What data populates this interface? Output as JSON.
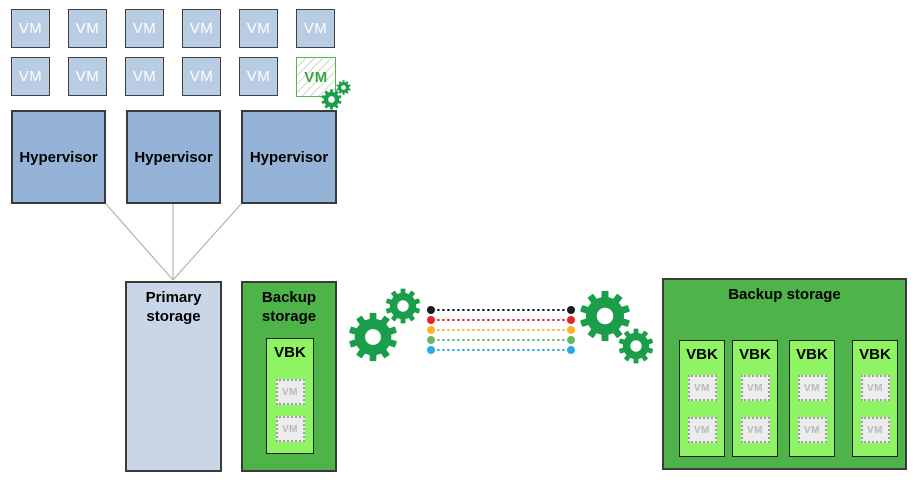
{
  "labels": {
    "vm": "VM",
    "hypervisor": "Hypervisor",
    "primary_storage": "Primary storage",
    "backup_storage": "Backup storage",
    "vbk": "VBK"
  },
  "structure": {
    "vm_rows": 2,
    "vm_columns": 6,
    "hypervisor_count": 3,
    "highlighted_vm": "row 2, column 6 (green hatched with processing gears)",
    "left_backup_vbk_count": 1,
    "right_backup_vbk_count": 4,
    "ghost_vms_per_vbk": 2,
    "replication_link_count": 5
  },
  "colors": {
    "vm_fill": "#b8cce4",
    "hypervisor_fill": "#95b3d7",
    "primary_storage_fill": "#c9d6e8",
    "backup_storage_fill": "#4eb348",
    "vbk_fill": "#8ff464",
    "ghost_vm_fill": "#ececec",
    "gear_green": "#1b9e4b",
    "box_border": "#3a3a3a",
    "connector_gray": "#b3b3b3",
    "link_colors": [
      "#1a1a1a",
      "#e62528",
      "#fcb426",
      "#66b864",
      "#2babe2"
    ]
  }
}
